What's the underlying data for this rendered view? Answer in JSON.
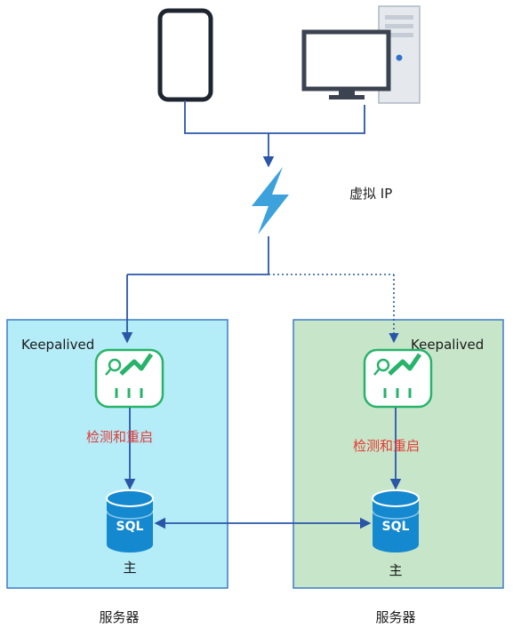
{
  "network": {
    "vip_label": "虚拟 IP"
  },
  "left_server": {
    "keepalived_label": "Keepalived",
    "monitor_label": "检测和重启",
    "db_label": "SQL",
    "role_label": "主",
    "caption": "服务器"
  },
  "right_server": {
    "keepalived_label": "Keepalived",
    "monitor_label": "检测和重启",
    "db_label": "SQL",
    "role_label": "主",
    "caption": "服务器"
  },
  "colors": {
    "left_box_fill": "#b4ecf7",
    "right_box_fill": "#c7e6c9",
    "box_border": "#3f7cc6",
    "line": "#2a56a8",
    "lightning": "#3da2db",
    "monitor_green": "#27b36a",
    "monitor_text": "#e53935",
    "db_blue": "#1489d0"
  }
}
